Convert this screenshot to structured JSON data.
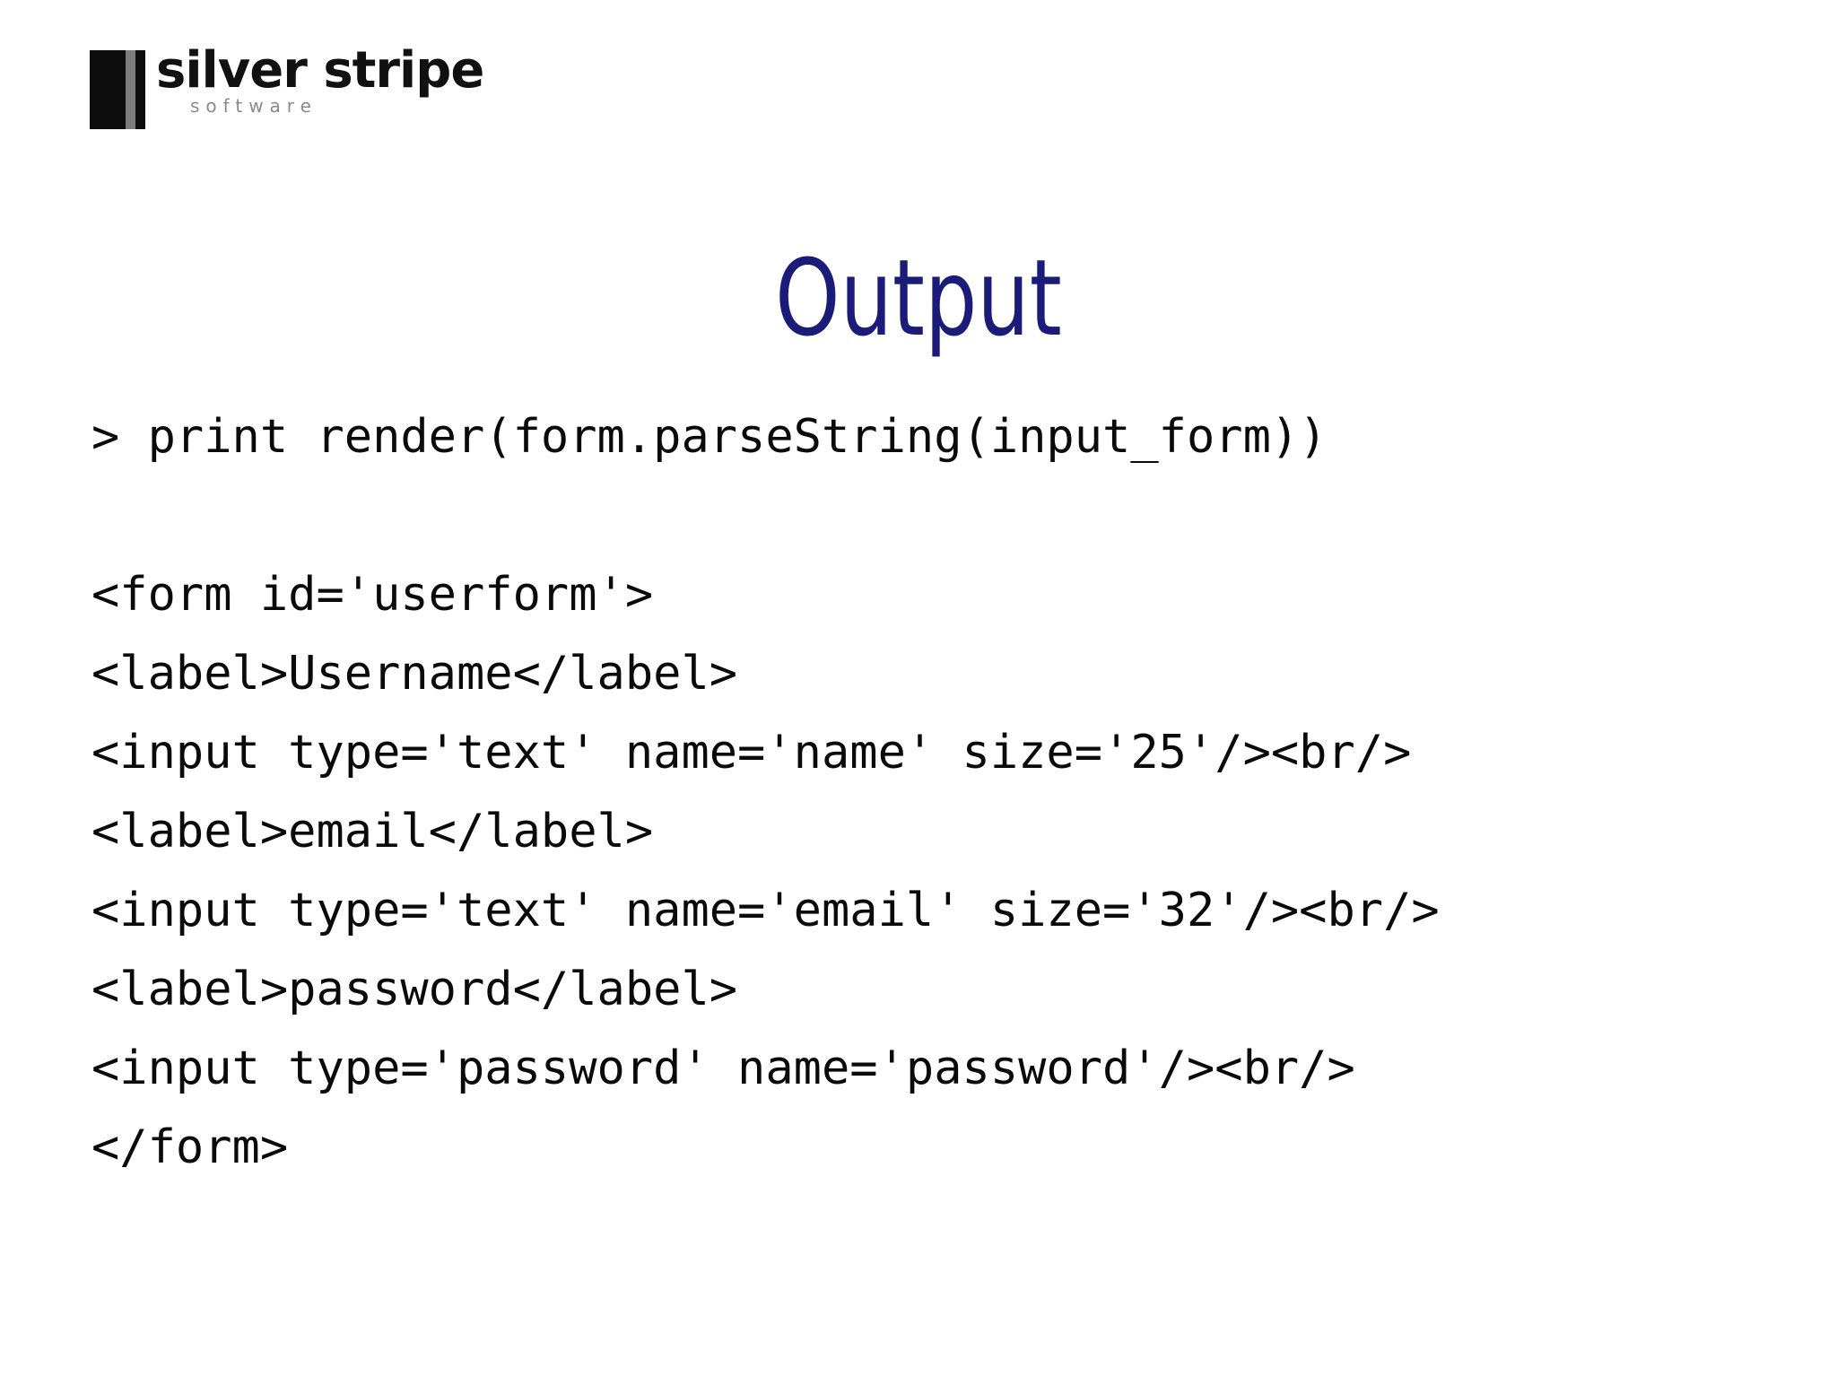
{
  "slide": {
    "background_color": "#ffffff",
    "title": "Output",
    "title_color": "#1b1b7a"
  },
  "logo": {
    "wordmark": "silver stripe",
    "subtitle": "software",
    "mark_color": "#0c0c0c",
    "stripe_color": "#7d7d7d",
    "subtitle_color": "#8a8a8a"
  },
  "code": {
    "text_color": "#0a0a0a",
    "lines": [
      "> print render(form.parseString(input_form))",
      "",
      "<form id='userform'>",
      "<label>Username</label>",
      "<input type='text' name='name' size='25'/><br/>",
      "<label>email</label>",
      "<input type='text' name='email' size='32'/><br/>",
      "<label>password</label>",
      "<input type='password' name='password'/><br/>",
      "</form>"
    ]
  }
}
